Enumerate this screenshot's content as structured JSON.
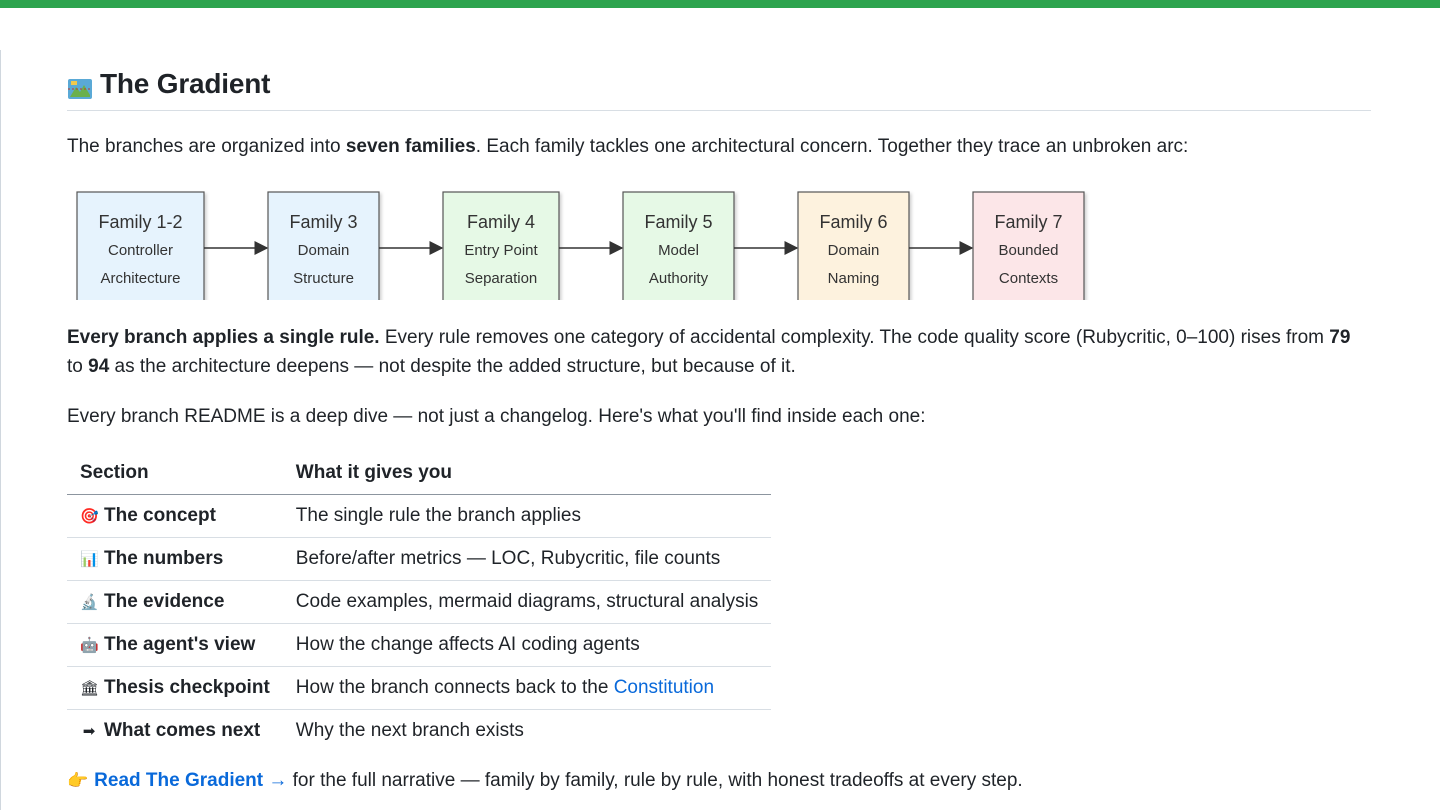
{
  "page": {
    "heading_icon": "map-icon",
    "heading": "The Gradient",
    "intro": {
      "before": "The branches are organized into ",
      "bold": "seven families",
      "after": ". Each family tackles one architectural concern. Together they trace an unbroken arc:"
    },
    "families": [
      {
        "title": "Family 1-2",
        "line1": "Controller",
        "line2": "Architecture",
        "fill": "#e6f3fd"
      },
      {
        "title": "Family 3",
        "line1": "Domain",
        "line2": "Structure",
        "fill": "#e6f3fd"
      },
      {
        "title": "Family 4",
        "line1": "Entry Point",
        "line2": "Separation",
        "fill": "#e6f9e6"
      },
      {
        "title": "Family 5",
        "line1": "Model",
        "line2": "Authority",
        "fill": "#e6f9e6"
      },
      {
        "title": "Family 6",
        "line1": "Domain",
        "line2": "Naming",
        "fill": "#fdf2de"
      },
      {
        "title": "Family 7",
        "line1": "Bounded",
        "line2": "Contexts",
        "fill": "#fce6e8"
      }
    ],
    "rule_para": {
      "bold1": "Every branch applies a single rule.",
      "text1": " Every rule removes one category of accidental complexity. The code quality score (Rubycritic, 0–100) rises from ",
      "bold2": "79",
      "text2": " to ",
      "bold3": "94",
      "text3": " as the architecture deepens — not despite the added structure, but because of it."
    },
    "readme_para": "Every branch README is a deep dive — not just a changelog. Here's what you'll find inside each one:",
    "table": {
      "headers": [
        "Section",
        "What it gives you"
      ],
      "rows": [
        {
          "icon": "target-icon",
          "glyph": "🎯",
          "section": "The concept",
          "desc": "The single rule the branch applies"
        },
        {
          "icon": "bar-chart-icon",
          "glyph": "📊",
          "section": "The numbers",
          "desc": "Before/after metrics — LOC, Rubycritic, file counts"
        },
        {
          "icon": "microscope-icon",
          "glyph": "🔬",
          "section": "The evidence",
          "desc": "Code examples, mermaid diagrams, structural analysis"
        },
        {
          "icon": "robot-icon",
          "glyph": "🤖",
          "section": "The agent's view",
          "desc": "How the change affects AI coding agents"
        },
        {
          "icon": "classical-building-icon",
          "glyph": "🏛",
          "section": "Thesis checkpoint",
          "desc": "How the branch connects back to the ",
          "link": "Constitution"
        },
        {
          "icon": "right-arrow-icon",
          "glyph": "➡",
          "section": "What comes next",
          "desc": "Why the next branch exists"
        }
      ]
    },
    "footer": {
      "icon": "pointing-hand-icon",
      "glyph": "👉",
      "link": "Read The Gradient →",
      "text": " for the full narrative — family by family, rule by rule, with honest tradeoffs at every step."
    },
    "colors": {
      "accent_bar": "#2da44e",
      "link": "#0969da"
    }
  }
}
